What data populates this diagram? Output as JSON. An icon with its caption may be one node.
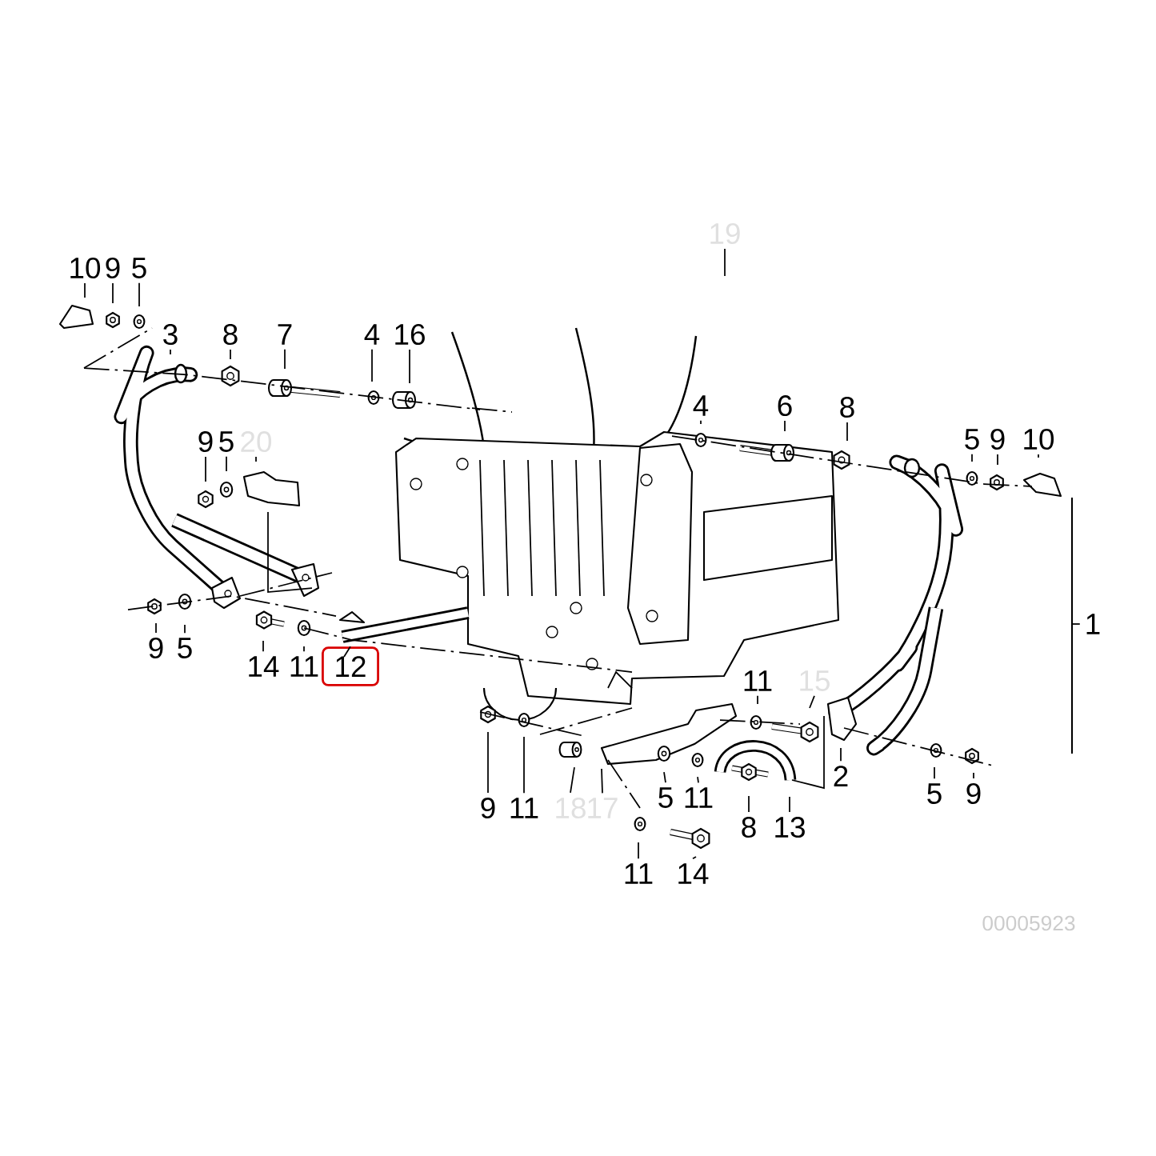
{
  "diagram": {
    "nodes": [
      {
        "text": [
          "10"
        ]
      },
      {
        "text": [
          "9"
        ]
      },
      {
        "text": [
          "5"
        ]
      },
      {
        "text": [
          "3"
        ]
      },
      {
        "text": [
          "8"
        ]
      },
      {
        "text": [
          "7"
        ]
      },
      {
        "text": [
          "4"
        ]
      },
      {
        "text": [
          "16"
        ]
      },
      {
        "text": [
          "19"
        ]
      },
      {
        "text": [
          "4"
        ]
      },
      {
        "text": [
          "6"
        ]
      },
      {
        "text": [
          "8"
        ]
      },
      {
        "text": [
          "5"
        ]
      },
      {
        "text": [
          "9"
        ]
      },
      {
        "text": [
          "10"
        ]
      },
      {
        "text": [
          "9"
        ]
      },
      {
        "text": [
          "5"
        ]
      },
      {
        "text": [
          "20"
        ]
      },
      {
        "text": [
          "1"
        ]
      },
      {
        "text": [
          "9"
        ]
      },
      {
        "text": [
          "5"
        ]
      },
      {
        "text": [
          "14"
        ]
      },
      {
        "text": [
          "11"
        ]
      },
      {
        "text": [
          "12"
        ]
      },
      {
        "text": [
          "11"
        ]
      },
      {
        "text": [
          "15"
        ]
      },
      {
        "text": [
          "2"
        ]
      },
      {
        "text": [
          "5"
        ]
      },
      {
        "text": [
          "9"
        ]
      },
      {
        "text": [
          "9"
        ]
      },
      {
        "text": [
          "11"
        ]
      },
      {
        "text": [
          "18"
        ]
      },
      {
        "text": [
          "17"
        ]
      },
      {
        "text": [
          "5"
        ]
      },
      {
        "text": [
          "11"
        ]
      },
      {
        "text": [
          "8"
        ]
      },
      {
        "text": [
          "13"
        ]
      },
      {
        "text": [
          "11"
        ]
      },
      {
        "text": [
          "14"
        ]
      }
    ],
    "edges": [
      {
        "from": 0,
        "to": null,
        "arrow": "none"
      },
      {
        "from": 1,
        "to": null,
        "arrow": "none"
      },
      {
        "from": 2,
        "to": null,
        "arrow": "none"
      },
      {
        "from": 3,
        "to": null,
        "arrow": "none"
      },
      {
        "from": 4,
        "to": null,
        "arrow": "none"
      },
      {
        "from": 5,
        "to": null,
        "arrow": "none"
      },
      {
        "from": 6,
        "to": null,
        "arrow": "none"
      },
      {
        "from": 7,
        "to": null,
        "arrow": "none"
      },
      {
        "from": 8,
        "to": null,
        "arrow": "none"
      },
      {
        "from": 9,
        "to": null,
        "arrow": "none"
      },
      {
        "from": 10,
        "to": null,
        "arrow": "none"
      },
      {
        "from": 11,
        "to": null,
        "arrow": "none"
      },
      {
        "from": 12,
        "to": null,
        "arrow": "none"
      },
      {
        "from": 13,
        "to": null,
        "arrow": "none"
      },
      {
        "from": 14,
        "to": null,
        "arrow": "none"
      },
      {
        "from": 15,
        "to": null,
        "arrow": "none"
      },
      {
        "from": 16,
        "to": null,
        "arrow": "none"
      },
      {
        "from": 17,
        "to": null,
        "arrow": "none"
      },
      {
        "from": 18,
        "to": null,
        "arrow": "none"
      },
      {
        "from": 19,
        "to": null,
        "arrow": "none"
      },
      {
        "from": 20,
        "to": null,
        "arrow": "none"
      },
      {
        "from": 21,
        "to": null,
        "arrow": "none"
      },
      {
        "from": 22,
        "to": null,
        "arrow": "none"
      },
      {
        "from": 23,
        "to": null,
        "arrow": "none"
      },
      {
        "from": 24,
        "to": null,
        "arrow": "none"
      },
      {
        "from": 25,
        "to": null,
        "arrow": "none"
      },
      {
        "from": 26,
        "to": null,
        "arrow": "none"
      },
      {
        "from": 27,
        "to": null,
        "arrow": "none"
      },
      {
        "from": 28,
        "to": null,
        "arrow": "none"
      },
      {
        "from": 29,
        "to": null,
        "arrow": "none"
      },
      {
        "from": 30,
        "to": null,
        "arrow": "none"
      },
      {
        "from": 31,
        "to": null,
        "arrow": "none"
      },
      {
        "from": 32,
        "to": null,
        "arrow": "none"
      },
      {
        "from": 33,
        "to": null,
        "arrow": "none"
      },
      {
        "from": 34,
        "to": null,
        "arrow": "none"
      },
      {
        "from": 35,
        "to": null,
        "arrow": "none"
      },
      {
        "from": 36,
        "to": null,
        "arrow": "none"
      },
      {
        "from": 37,
        "to": null,
        "arrow": "none"
      },
      {
        "from": 38,
        "to": null,
        "arrow": "none"
      }
    ],
    "labels": [
      "00005923"
    ]
  }
}
